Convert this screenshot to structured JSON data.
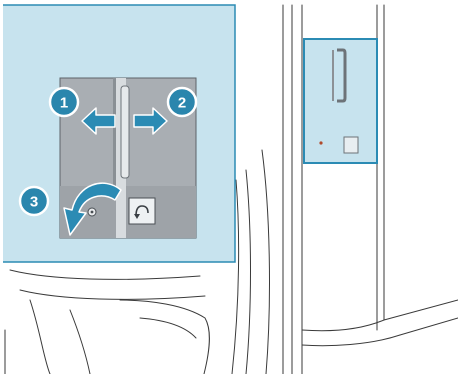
{
  "colors": {
    "callout_fill": "#c7e3ee",
    "accent_teal": "#2b8bb4",
    "badge_fill": "#2a86ad",
    "line_art": "#3a3a3a",
    "door_panel": "#a9aeb3",
    "background": "#ffffff"
  },
  "callouts": {
    "step1": {
      "label": "1",
      "meaning": "slide-left"
    },
    "step2": {
      "label": "2",
      "meaning": "slide-right"
    },
    "step3": {
      "label": "3",
      "meaning": "rotate-counterclockwise"
    }
  },
  "icons": [
    "arrow-left-icon",
    "arrow-right-icon",
    "curved-arrow-icon",
    "keyhole-icon",
    "release-button-icon",
    "door-handle-icon"
  ]
}
